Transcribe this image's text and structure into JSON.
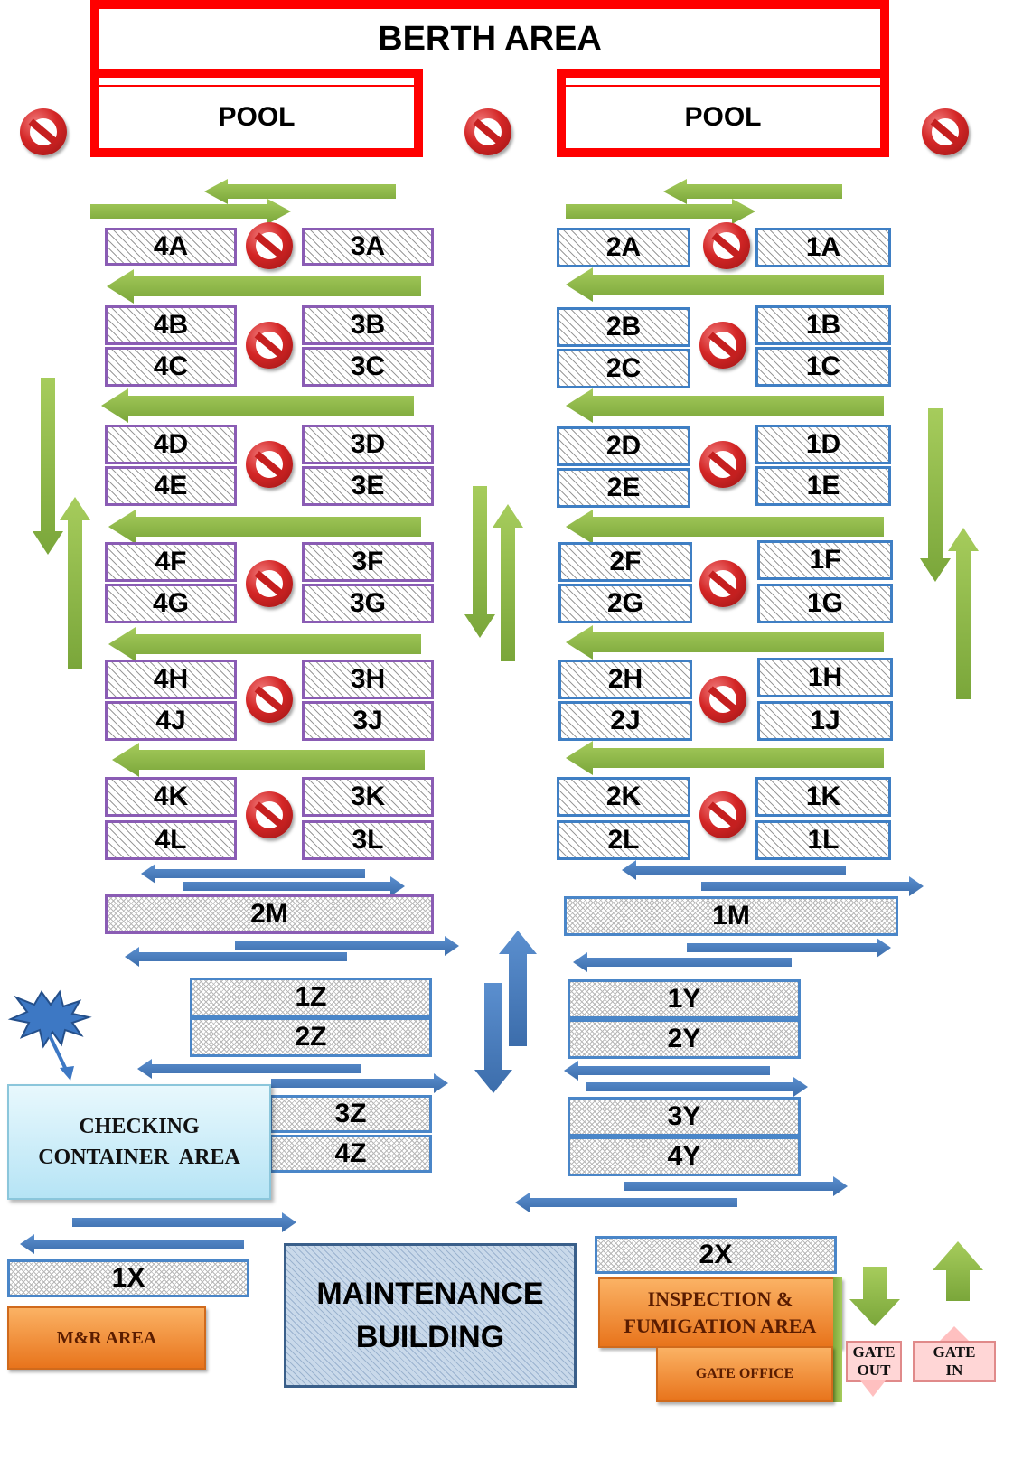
{
  "colors": {
    "border_red": "#ff0000",
    "arrow_green": "#8fba45",
    "arrow_blue": "#4a7fc0",
    "purple_border": "#8a5cb4",
    "blue_border": "#3f7fc4",
    "orange": "#f08a2c"
  },
  "berth": {
    "title": "BERTH AREA",
    "pool_left": "POOL",
    "pool_right": "POOL"
  },
  "blocks": {
    "r4A": "4A",
    "r3A": "3A",
    "r2A": "2A",
    "r1A": "1A",
    "r4B": "4B",
    "r4C": "4C",
    "r3B": "3B",
    "r3C": "3C",
    "r2B": "2B",
    "r2C": "2C",
    "r1B": "1B",
    "r1C": "1C",
    "r4D": "4D",
    "r4E": "4E",
    "r3D": "3D",
    "r3E": "3E",
    "r2D": "2D",
    "r2E": "2E",
    "r1D": "1D",
    "r1E": "1E",
    "r4F": "4F",
    "r4G": "4G",
    "r3F": "3F",
    "r3G": "3G",
    "r2F": "2F",
    "r2G": "2G",
    "r1F": "1F",
    "r1G": "1G",
    "r4H": "4H",
    "r4J": "4J",
    "r3H": "3H",
    "r3J": "3J",
    "r2H": "2H",
    "r2J": "2J",
    "r1H": "1H",
    "r1J": "1J",
    "r4K": "4K",
    "r4L": "4L",
    "r3K": "3K",
    "r3L": "3L",
    "r2K": "2K",
    "r2L": "2L",
    "r1K": "1K",
    "r1L": "1L",
    "r2M": "2M",
    "r1M": "1M",
    "r1Z": "1Z",
    "r2Z": "2Z",
    "r3Z": "3Z",
    "r4Z": "4Z",
    "r1Y": "1Y",
    "r2Y": "2Y",
    "r3Y": "3Y",
    "r4Y": "4Y",
    "r1X": "1X",
    "r2X": "2X"
  },
  "areas": {
    "checking_line1": "CHECKING",
    "checking_line2": "CONTAINER  AREA",
    "maintenance_line1": "MAINTENANCE",
    "maintenance_line2": "BUILDING",
    "mr_area": "M&R AREA",
    "inspection_line1": "INSPECTION &",
    "inspection_line2": "FUMIGATION AREA",
    "gate_office": "GATE OFFICE",
    "gate_out_line1": "GATE",
    "gate_out_line2": "OUT",
    "gate_in_line1": "GATE",
    "gate_in_line2": "IN"
  },
  "icons": [
    "no-entry-icon",
    "arrow-left-icon",
    "arrow-right-icon",
    "arrow-up-icon",
    "arrow-down-icon",
    "explosion-icon"
  ]
}
